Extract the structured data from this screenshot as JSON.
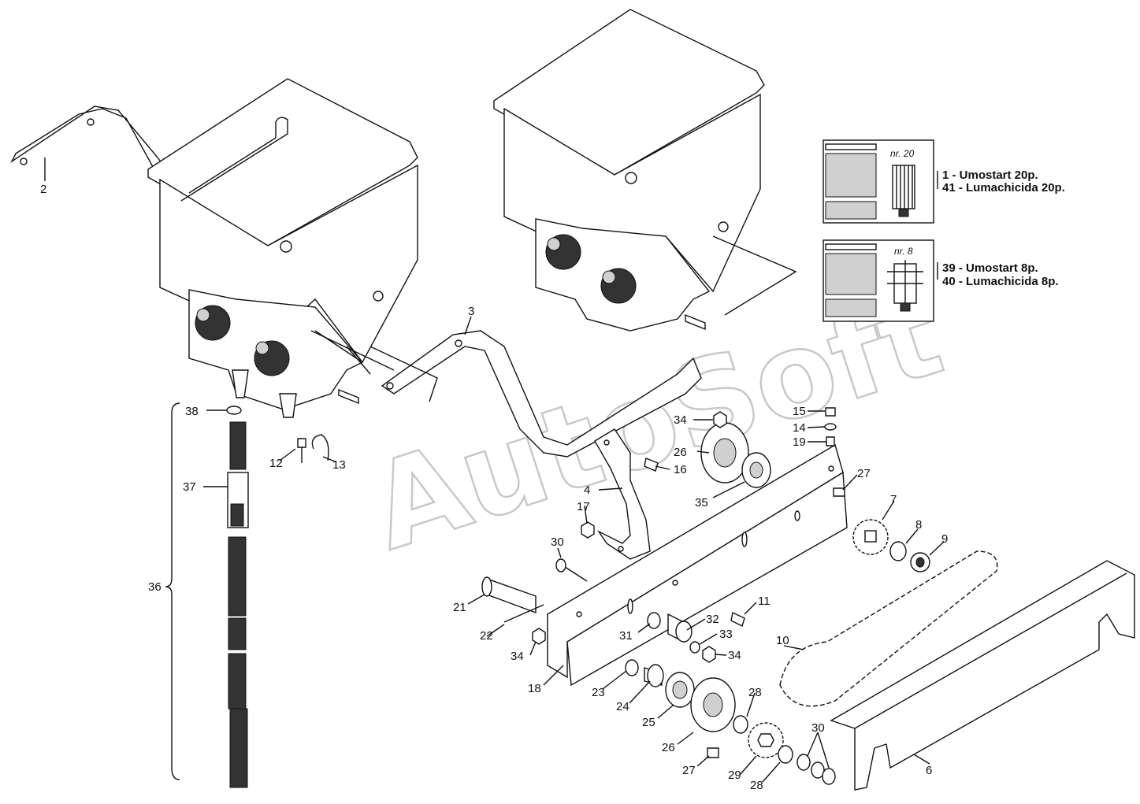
{
  "watermark": "AutoSoft",
  "legend": [
    {
      "nr_label": "nr. 20",
      "lines": [
        "1  - Umostart 20p.",
        "41 - Lumachicida 20p."
      ]
    },
    {
      "nr_label": "nr. 8",
      "lines": [
        "39 - Umostart 8p.",
        "40 - Lumachicida 8p."
      ]
    }
  ],
  "callouts": {
    "c2": "2",
    "c3": "3",
    "c4": "4",
    "c6": "6",
    "c7": "7",
    "c8": "8",
    "c9": "9",
    "c10": "10",
    "c11": "11",
    "c12": "12",
    "c13": "13",
    "c14": "14",
    "c15": "15",
    "c16": "16",
    "c17": "17",
    "c18": "18",
    "c19": "19",
    "c21": "21",
    "c22": "22",
    "c23": "23",
    "c24": "24",
    "c25": "25",
    "c26a": "26",
    "c26b": "26",
    "c27a": "27",
    "c27b": "27",
    "c28a": "28",
    "c28b": "28",
    "c29": "29",
    "c30a": "30",
    "c30b": "30",
    "c31": "31",
    "c32": "32",
    "c33": "33",
    "c34a": "34",
    "c34b": "34",
    "c34c": "34",
    "c35": "35",
    "c36": "36",
    "c37": "37",
    "c38": "38"
  }
}
